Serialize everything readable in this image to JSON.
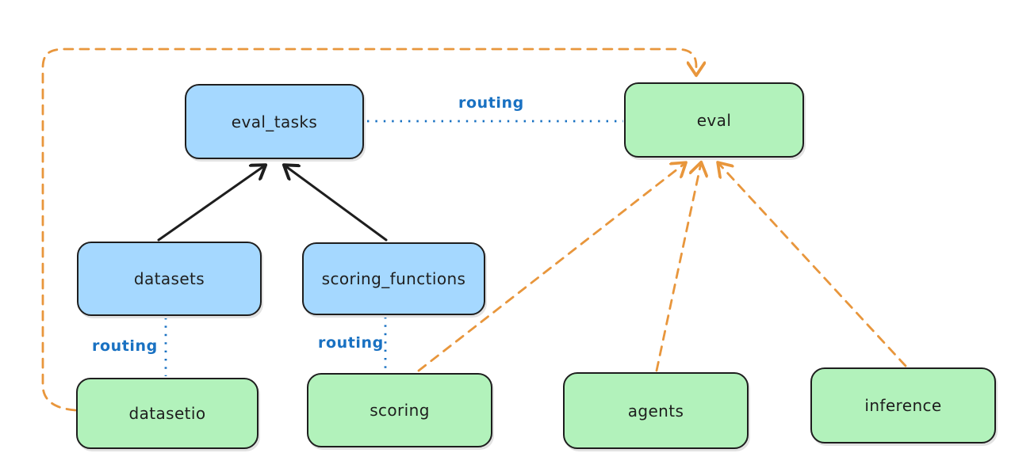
{
  "diagram": {
    "background": "#ffffff",
    "colors": {
      "blue_box_fill": "#a5d8ff",
      "green_box_fill": "#b2f2bb",
      "box_border": "#1e1e1e",
      "solid_arrow": "#1e1e1e",
      "routing_blue": "#1971c2",
      "dashed_orange": "#e8963c"
    },
    "nodes": {
      "eval_tasks": {
        "label": "eval_tasks",
        "color": "blue"
      },
      "eval": {
        "label": "eval",
        "color": "green"
      },
      "datasets": {
        "label": "datasets",
        "color": "blue"
      },
      "scoring_functions": {
        "label": "scoring_functions",
        "color": "blue"
      },
      "datasetio": {
        "label": "datasetio",
        "color": "green"
      },
      "scoring": {
        "label": "scoring",
        "color": "green"
      },
      "agents": {
        "label": "agents",
        "color": "green"
      },
      "inference": {
        "label": "inference",
        "color": "green"
      }
    },
    "edge_labels": {
      "eval_tasks_to_eval": "routing",
      "datasets_to_datasetio": "routing",
      "scoring_functions_to_scoring": "routing"
    },
    "edges": [
      {
        "from": "datasets",
        "to": "eval_tasks",
        "style": "solid",
        "color": "black",
        "arrow": true,
        "label": ""
      },
      {
        "from": "scoring_functions",
        "to": "eval_tasks",
        "style": "solid",
        "color": "black",
        "arrow": true,
        "label": ""
      },
      {
        "from": "eval_tasks",
        "to": "eval",
        "style": "dotted",
        "color": "blue",
        "arrow": false,
        "label": "routing"
      },
      {
        "from": "datasets",
        "to": "datasetio",
        "style": "dotted",
        "color": "blue",
        "arrow": false,
        "label": "routing"
      },
      {
        "from": "scoring_functions",
        "to": "scoring",
        "style": "dotted",
        "color": "blue",
        "arrow": false,
        "label": "routing"
      },
      {
        "from": "datasetio",
        "to": "eval",
        "style": "dashed",
        "color": "orange",
        "arrow": true,
        "label": ""
      },
      {
        "from": "scoring",
        "to": "eval",
        "style": "dashed",
        "color": "orange",
        "arrow": true,
        "label": ""
      },
      {
        "from": "agents",
        "to": "eval",
        "style": "dashed",
        "color": "orange",
        "arrow": true,
        "label": ""
      },
      {
        "from": "inference",
        "to": "eval",
        "style": "dashed",
        "color": "orange",
        "arrow": true,
        "label": ""
      }
    ]
  }
}
